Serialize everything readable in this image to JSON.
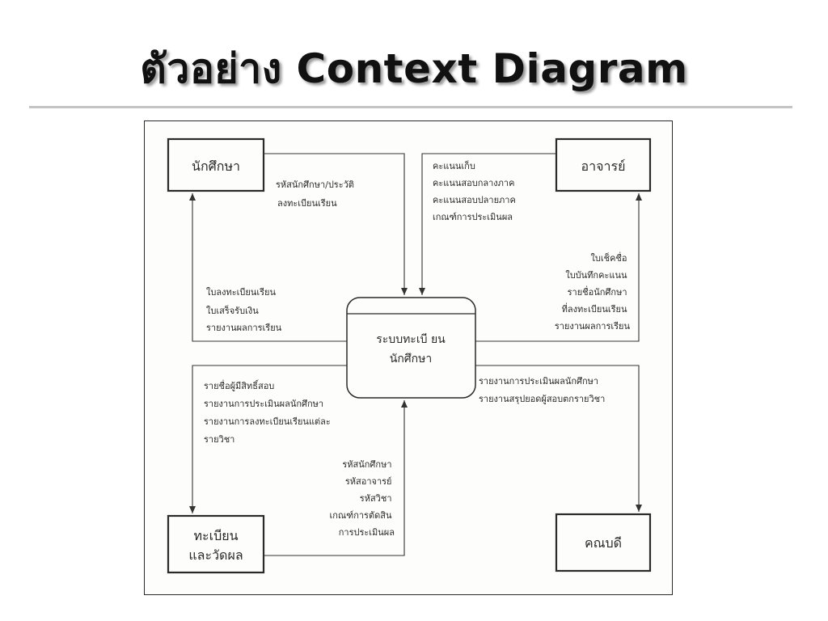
{
  "title": "ตัวอย่าง Context Diagram",
  "process": [
    "ระบบทะเบี ยน",
    "นักศึกษา"
  ],
  "entities": {
    "student": [
      "นักศึกษา"
    ],
    "teacher": [
      "อาจารย์"
    ],
    "registry": [
      "ทะเบียน",
      "และวัดผล"
    ],
    "dean": [
      "คณบดี"
    ]
  },
  "flows": {
    "student_to_system": [
      "รหัสนักศึกษา/ประวัติ",
      "ลงทะเบียนเรียน"
    ],
    "system_to_student": [
      "ใบลงทะเบียนเรียน",
      "ใบเสร็จรับเงิน",
      "รายงานผลการเรียน"
    ],
    "teacher_to_system": [
      "คะแนนเก็บ",
      "คะแนนสอบกลางภาค",
      "คะแนนสอบปลายภาค",
      "เกณฑ์การประเมินผล"
    ],
    "system_to_teacher": [
      "ใบเช็คชื่อ",
      "ใบบันทึกคะแนน",
      "รายชื่อนักศึกษา",
      "ที่ลงทะเบียนเรียน",
      "รายงานผลการเรียน"
    ],
    "system_to_registry": [
      "รายชื่อผู้มีสิทธิ์สอบ",
      "รายงานการประเมินผลนักศึกษา",
      "รายงานการลงทะเบียนเรียนแต่ละ",
      "รายวิชา"
    ],
    "registry_to_system": [
      "รหัสนักศึกษา",
      "รหัสอาจารย์",
      "รหัสวิชา",
      "เกณฑ์การตัดสิน",
      "การประเมินผล"
    ],
    "system_to_dean": [
      "รายงานการประเมินผลนักศึกษา",
      "รายงานสรุปยอดผู้สอบตกรายวิชา"
    ]
  }
}
